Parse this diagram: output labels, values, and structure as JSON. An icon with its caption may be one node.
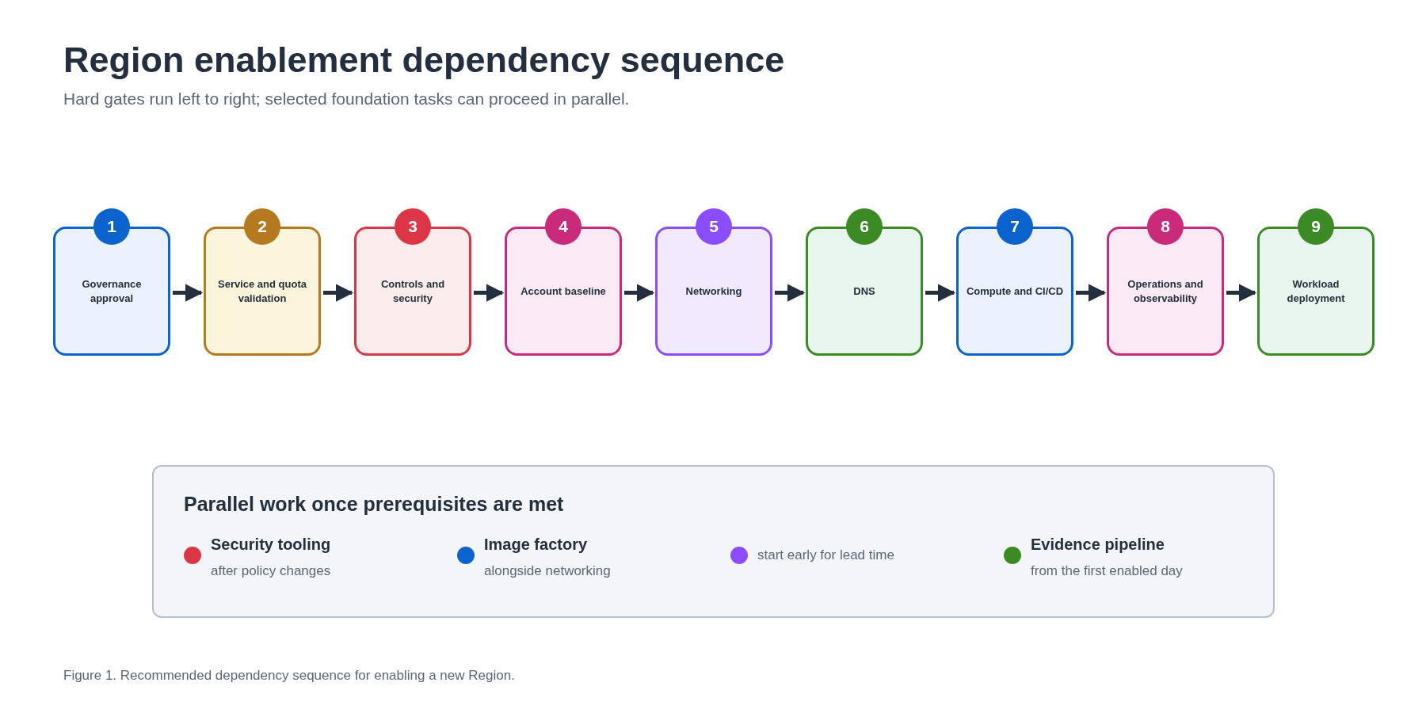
{
  "diagram": {
    "title": "Region enablement dependency sequence",
    "caption": "Figure 1. Recommended dependency sequence for enabling a new Region.",
    "nodes": [
      {
        "text": [
          "1",
          "Governance approval"
        ]
      },
      {
        "text": [
          "2",
          "Service and quota validation"
        ]
      },
      {
        "text": [
          "3",
          "Controls and security"
        ]
      },
      {
        "text": [
          "4",
          "Account baseline"
        ]
      },
      {
        "text": [
          "5",
          "Networking"
        ]
      },
      {
        "text": [
          "6",
          "DNS"
        ]
      },
      {
        "text": [
          "7",
          "Compute and CI/CD"
        ]
      },
      {
        "text": [
          "8",
          "Operations and observability"
        ]
      },
      {
        "text": [
          "9",
          "Workload deployment"
        ]
      },
      {
        "text": [
          "Parallel work once prerequisites are met"
        ]
      }
    ],
    "edges": [
      {
        "from": 0,
        "to": 1,
        "arrow": "to"
      },
      {
        "from": 1,
        "to": 2,
        "arrow": "to"
      },
      {
        "from": 2,
        "to": 3,
        "arrow": "to"
      },
      {
        "from": 3,
        "to": 4,
        "arrow": "to"
      },
      {
        "from": 4,
        "to": 5,
        "arrow": "to"
      },
      {
        "from": 5,
        "to": 6,
        "arrow": "to"
      },
      {
        "from": 6,
        "to": 7,
        "arrow": "to"
      },
      {
        "from": 7,
        "to": 8,
        "arrow": "to"
      }
    ],
    "labels": [
      "Hard gates run left to right; selected foundation tasks can proceed in parallel.",
      "after policy changes",
      "alongside networking",
      "from the first enabled day"
    ],
    "legend": [
      {
        "text": "Security tooling",
        "color": "#dc3545"
      },
      {
        "text": "Image factory",
        "color": "#0b63ce"
      },
      {
        "text": "start early for lead time",
        "color": "#8a4dff"
      },
      {
        "text": "Evidence pipeline",
        "color": "#3b8a24"
      }
    ]
  }
}
